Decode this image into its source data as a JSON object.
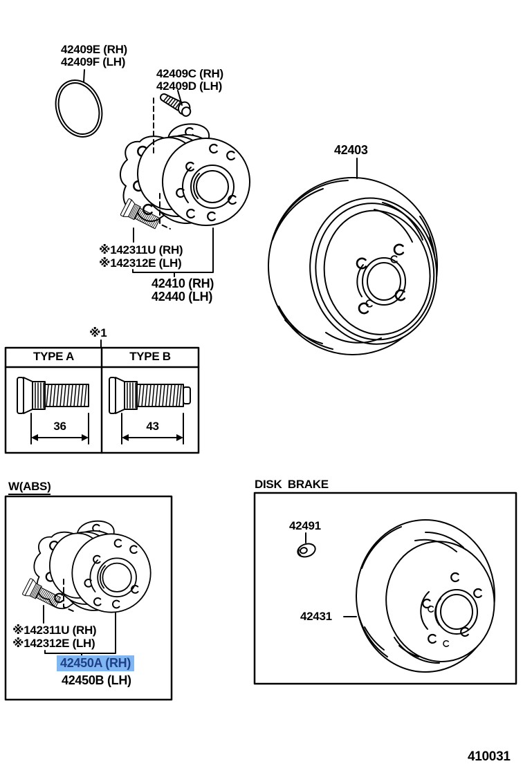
{
  "doc": {
    "number": "410031"
  },
  "colors": {
    "paper": "#ffffff",
    "ink": "#000000",
    "highlight_bg": "#80b6f2",
    "highlight_text": "#1e3f85"
  },
  "sections": {
    "abs_label": "W(ABS)",
    "disk_brake_label": "DISK BRAKE"
  },
  "callouts": {
    "o_ring": {
      "rh": "42409E (RH)",
      "lh": "42409F (LH)"
    },
    "hub_bolt": {
      "rh": "42409C (RH)",
      "lh": "42409D (LH)"
    },
    "drum": {
      "label": "42403"
    },
    "stud_main": {
      "rh": "※142311U (RH)",
      "lh": "※142312E (LH)"
    },
    "hub_main": {
      "rh": "42410 (RH)",
      "lh": "42440 (LH)"
    },
    "table_ref": {
      "label": "※1"
    },
    "stud_abs": {
      "rh": "※142311U (RH)",
      "lh": "※142312E (LH)"
    },
    "hub_abs": {
      "rh": "42450A (RH)",
      "lh": "42450B (LH)"
    },
    "cap": {
      "label": "42491"
    },
    "rotor": {
      "label": "42431"
    }
  },
  "stud_table": {
    "columns": [
      {
        "header": "TYPE A",
        "length": "36"
      },
      {
        "header": "TYPE B",
        "length": "43"
      }
    ]
  }
}
